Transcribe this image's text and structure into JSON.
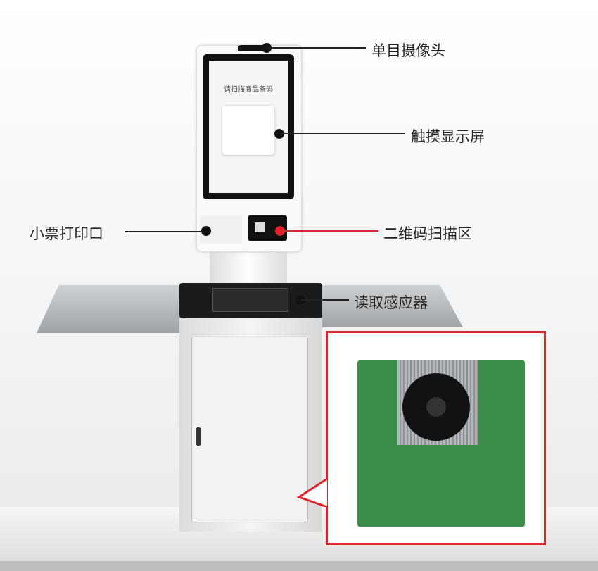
{
  "screen": {
    "title": "请扫描商品条码"
  },
  "callouts": {
    "camera": "单目摄像头",
    "touchscreen": "触摸显示屏",
    "printer": "小票打印口",
    "qr_scanner": "二维码扫描区",
    "reader": "读取感应器"
  },
  "colors": {
    "accent": "#e0222a",
    "line": "#222222"
  }
}
